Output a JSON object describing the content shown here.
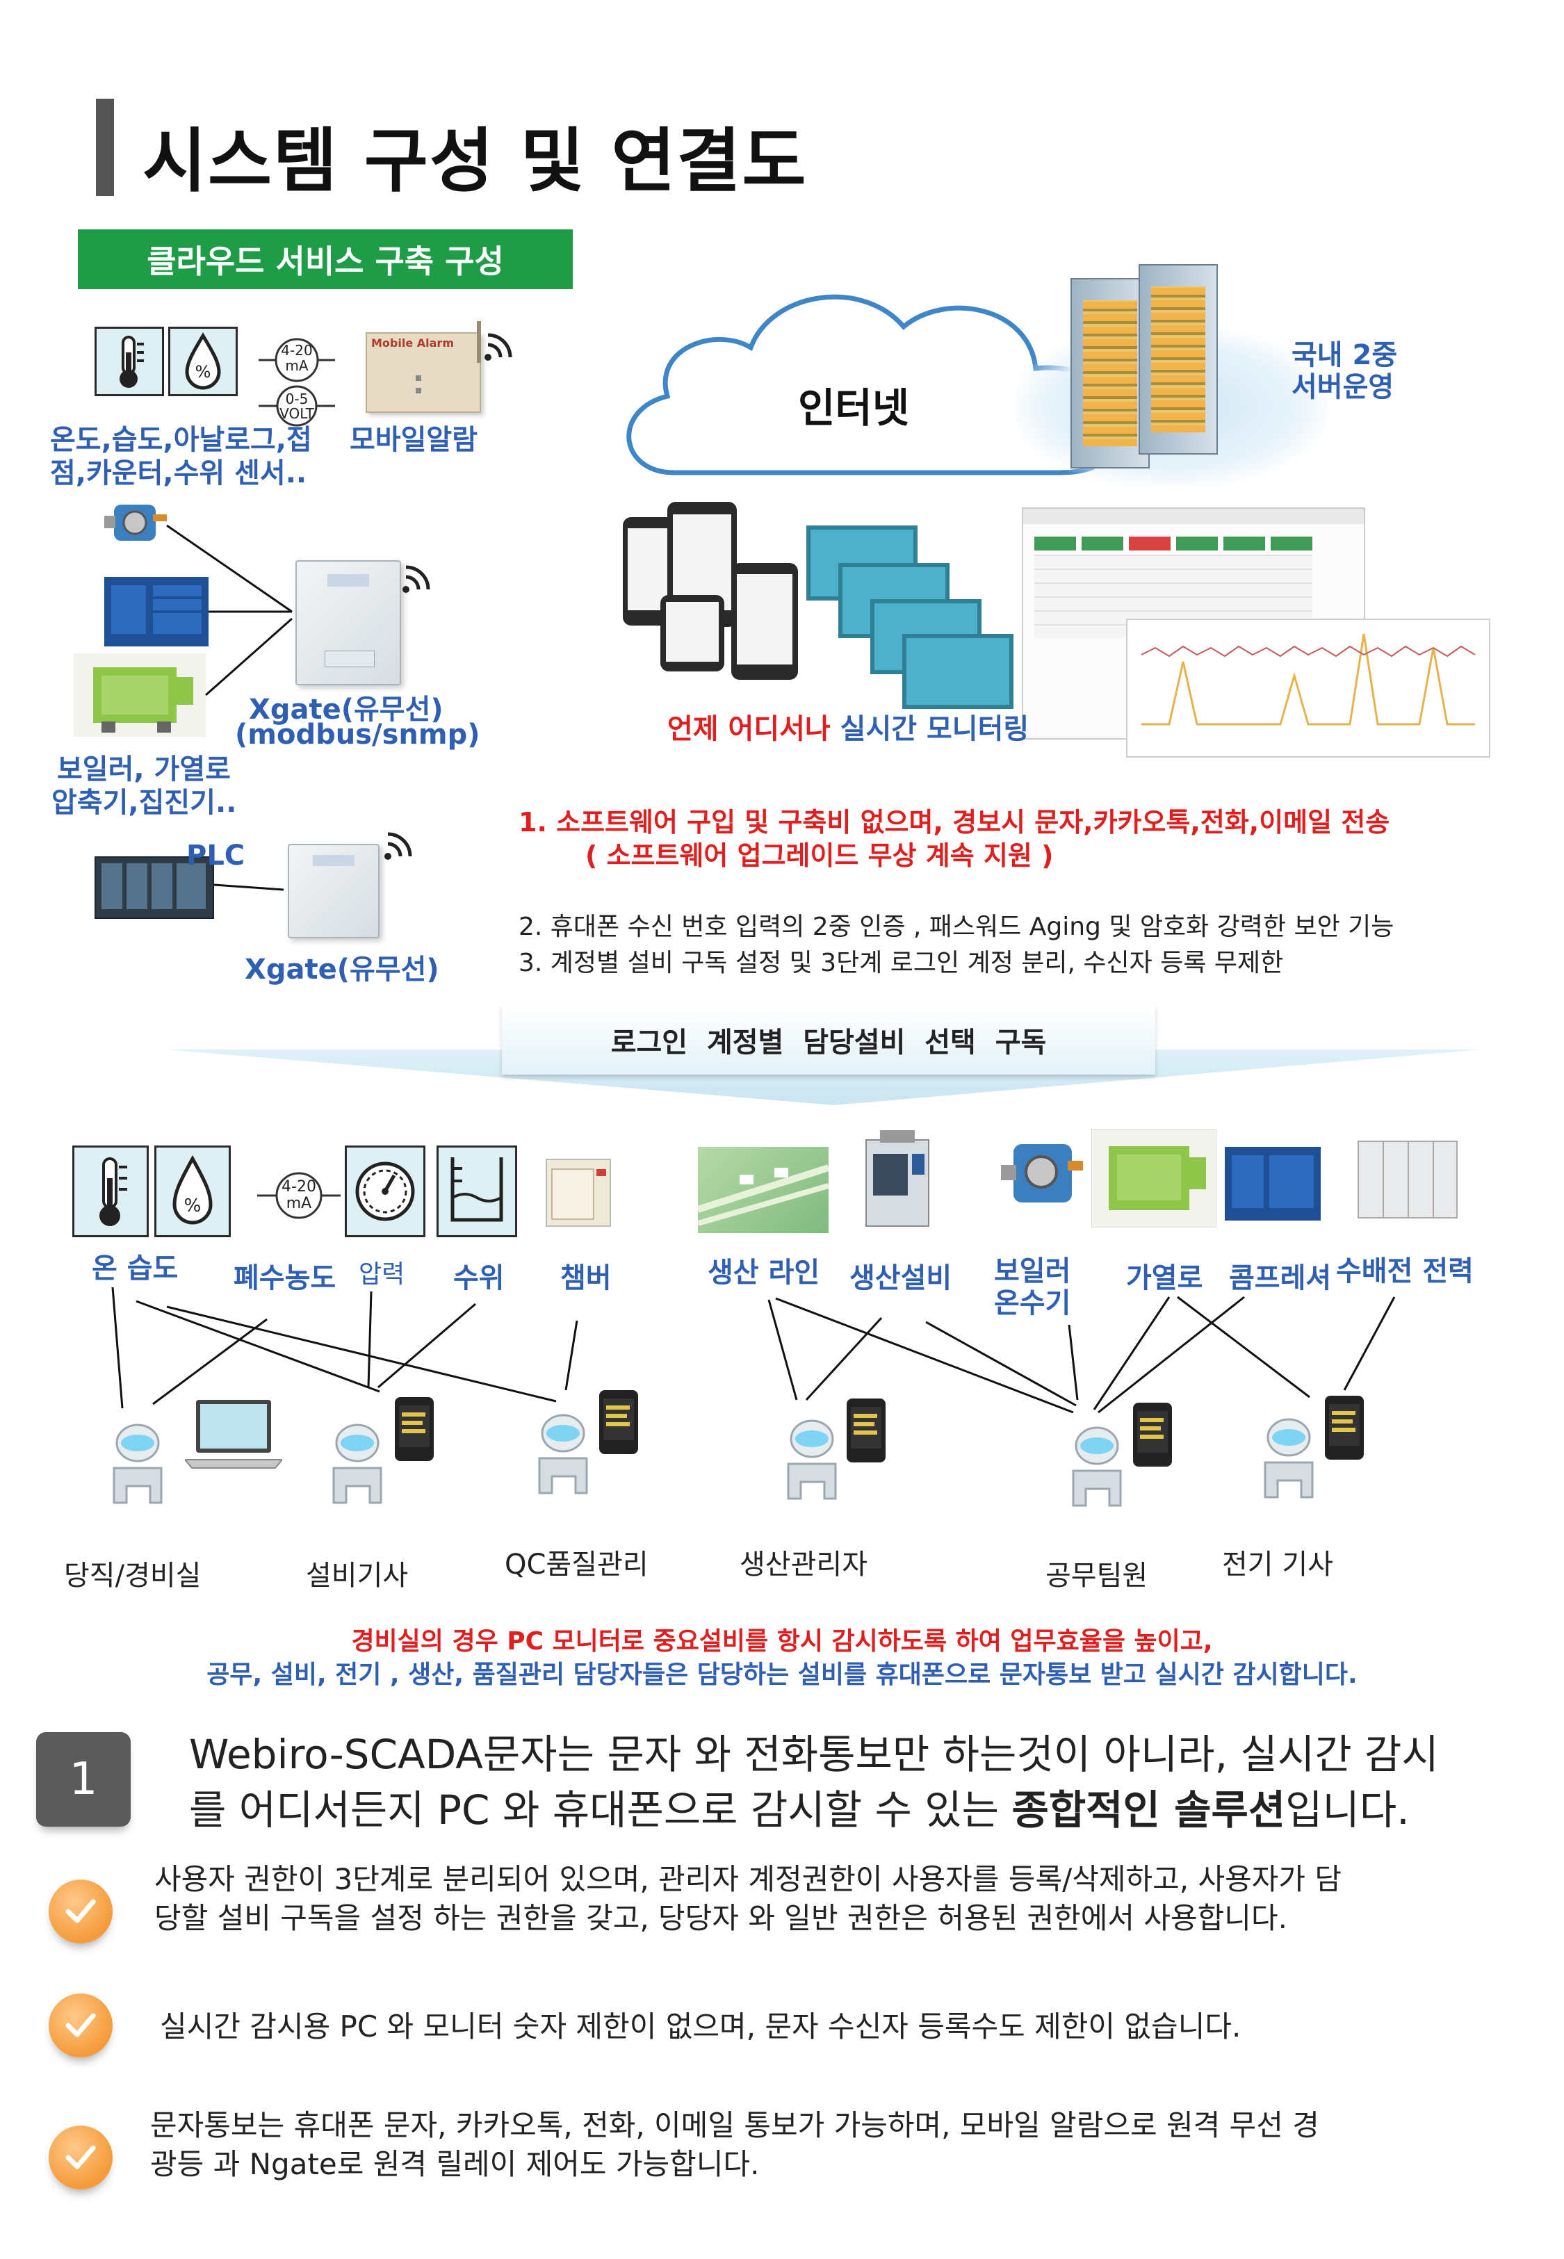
{
  "header": {
    "title": "시스템 구성 및 연결도"
  },
  "cloud_section": {
    "banner": "클라우드 서비스 구축 구성",
    "internet": "인터넷",
    "server_note_1": "국내 2중",
    "server_note_2": "서버운영",
    "signal_420": "4-20",
    "signal_420_unit": "mA",
    "signal_05": "0-5",
    "signal_05_unit": "VOLT",
    "sensor_label_1": "온도,습도,아날로그,접",
    "sensor_label_2": "점,카운터,수위 센서..",
    "mobile_alarm_device": "Mobile Alarm",
    "mobile_alarm_label": "모바일알람",
    "xgate_label_1": "Xgate(유무선)",
    "xgate_label_2": "(modbus/snmp)",
    "boiler_label_1": "보일러, 가열로",
    "boiler_label_2": "압축기,집진기..",
    "plc_label": "PLC",
    "xgate_bottom_label": "Xgate(유무선)",
    "monitoring_red": "언제 어디서나",
    "monitoring_blue": " 실시간 모니터링"
  },
  "features": {
    "item1_line1": "1.    소프트웨어  구입 및 구축비 없으며, 경보시 문자,카카오톡,전화,이메일 전송",
    "item1_line2": "( 소프트웨어 업그레이드 무상 계속 지원 )",
    "item2": "2. 휴대폰 수신 번호 입력의 2중 인증 , 패스워드 Aging 및 암호화 강력한 보안 기능",
    "item3": "3. 계정별 설비 구독 설정 및 3단계 로그인 계정 분리, 수신자 등록 무제한"
  },
  "subscription": {
    "banner": "로그인  계정별  담당설비  선택  구독",
    "signal_420": "4-20",
    "signal_420_unit": "mA",
    "equipment": [
      {
        "label": "온 습도"
      },
      {
        "label": "폐수농도"
      },
      {
        "label": "압력"
      },
      {
        "label": "수위"
      },
      {
        "label": "챔버"
      },
      {
        "label": "생산 라인"
      },
      {
        "label": "생산설비"
      },
      {
        "label": "보일러"
      },
      {
        "label": "온수기"
      },
      {
        "label": "가열로"
      },
      {
        "label": "콤프레셔"
      },
      {
        "label": "수배전 전력"
      }
    ],
    "roles": [
      {
        "label": "당직/경비실"
      },
      {
        "label": "설비기사"
      },
      {
        "label": "QC품질관리"
      },
      {
        "label": "생산관리자"
      },
      {
        "label": "공무팀원"
      },
      {
        "label": "전기  기사"
      }
    ],
    "note_red": "경비실의 경우 PC 모니터로 중요설비를 항시 감시하도록 하여 업무효율을 높이고,",
    "note_blue": "공무, 설비, 전기 , 생산, 품질관리 담당자들은 담당하는 설비를 휴대폰으로 문자통보 받고 실시간 감시합니다."
  },
  "summary": {
    "number": "1",
    "line1": "Webiro-SCADA문자는 문자 와 전화통보만 하는것이 아니라, 실시간 감시",
    "line2_a": "를 어디서든지 PC 와 휴대폰으로 감시할 수 있는 ",
    "line2_bold": "종합적인 솔루션",
    "line2_b": "입니다.",
    "bullets": [
      {
        "line1": "사용자 권한이 3단계로 분리되어 있으며, 관리자 계정권한이 사용자를 등록/삭제하고, 사용자가 담",
        "line2": "당할 설비 구독을 설정 하는 권한을 갖고, 당당자 와 일반 권한은 허용된 권한에서 사용합니다."
      },
      {
        "line1": "실시간 감시용 PC 와 모니터 숫자 제한이 없으며, 문자 수신자 등록수도 제한이 없습니다.",
        "line2": ""
      },
      {
        "line1": "문자통보는 휴대폰 문자, 카카오톡, 전화, 이메일 통보가 가능하며, 모바일 알람으로 원격 무선 경",
        "line2": "광등 과 Ngate로 원격 릴레이 제어도 가능합니다."
      }
    ]
  }
}
